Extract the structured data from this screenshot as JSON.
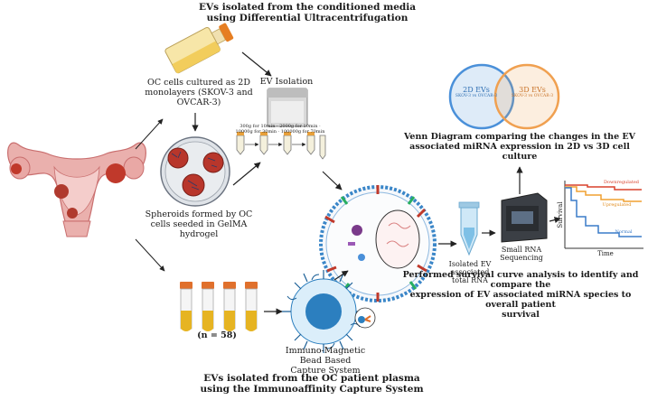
{
  "captions": {
    "top_title_line1": "EVs isolated from the conditioned media",
    "top_title_line2": "using Differential Ultracentrifugation",
    "bottom_title_line1": "EVs isolated from the OC patient plasma",
    "bottom_title_line2": "using the Immunoaffinity Capture System",
    "oc_cells_line1": "OC cells cultured as 2D",
    "oc_cells_line2": "monolayers (SKOV-3 and",
    "oc_cells_line3": "OVCAR-3)",
    "ev_isolation": "EV Isolation",
    "spheroids_line1": "Spheroids formed by OC",
    "spheroids_line2": "cells seeded in GelMA",
    "spheroids_line3": "hydrogel",
    "n_patients": "(n = 58)",
    "immuno_line1": "Immuno-Magnetic Bead Based",
    "immuno_line2": "Capture System",
    "isolated_rna_line1": "Isolated EV",
    "isolated_rna_line2": "associated total RNA",
    "small_rna_line1": "Small RNA",
    "small_rna_line2": "Sequencing",
    "venn_desc_line1": "Venn Diagram comparing the changes in the EV",
    "venn_desc_line2": "associated miRNA expression in 2D vs 3D cell",
    "venn_desc_line3": "culture",
    "survival_desc_line1": "Performed survival curve analysis to identify and compare the",
    "survival_desc_line2": "expression of EV associated miRNA species to overall patient",
    "survival_desc_line3": "survival"
  },
  "venn": {
    "left_title": "2D EVs",
    "left_sub": "SKOV-3 vs OVCAR-3",
    "right_title": "3D EVs",
    "right_sub": "SKOV-3 vs OVCAR-3",
    "left_color": "#4a90d9",
    "right_color": "#f0a050"
  },
  "survival_chart": {
    "ylabel": "Survival",
    "xlabel": "Time",
    "series": [
      {
        "name": "Downregulated",
        "color": "#d9412b"
      },
      {
        "name": "Upregulated",
        "color": "#f0a030"
      },
      {
        "name": "Normal",
        "color": "#3a7bc8"
      }
    ]
  },
  "centrifuge_steps": [
    "300g for 10min",
    "2000g for 10min",
    "10000g for 30min",
    "100000g for 70min"
  ],
  "colors": {
    "uterus": "#e8a3a3",
    "tumor": "#c0392b",
    "flask_cap": "#e67e22",
    "tube_cap": "#e0702c",
    "plasma": "#e6b422",
    "bead_blue": "#2c7fbf"
  }
}
